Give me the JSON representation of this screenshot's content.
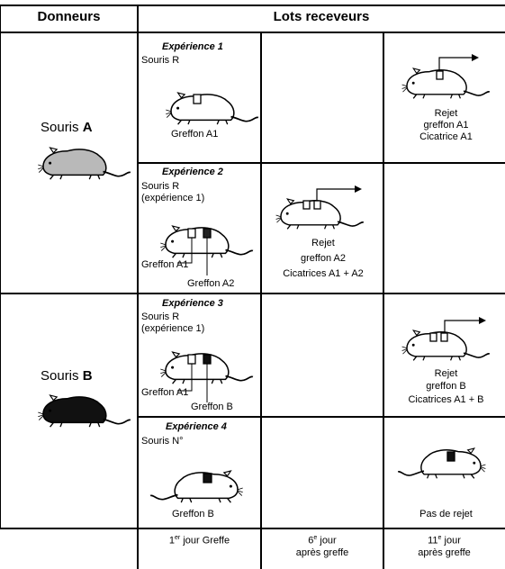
{
  "header": {
    "donors": "Donneurs",
    "recipients": "Lots receveurs"
  },
  "donors": {
    "a_prefix": "Souris ",
    "a_letter": "A",
    "b_prefix": "Souris ",
    "b_letter": "B"
  },
  "experiments": [
    {
      "title": "Expérience 1",
      "mouse": "Souris R",
      "mouse_note": "",
      "graft_labels": [
        "Greffon A1"
      ],
      "result": [
        "Rejet",
        "greffon A1",
        "Cicatrice A1"
      ]
    },
    {
      "title": "Expérience 2",
      "mouse": "Souris R",
      "mouse_note": "(expérience 1)",
      "graft_labels": [
        "Greffon A1",
        "Greffon A2"
      ],
      "result": [
        "Rejet",
        "greffon A2",
        "Cicatrices A1 + A2"
      ]
    },
    {
      "title": "Expérience 3",
      "mouse": "Souris R",
      "mouse_note": "(expérience 1)",
      "graft_labels": [
        "Greffon A1",
        "Greffon B"
      ],
      "result": [
        "Rejet",
        "greffon B",
        "Cicatrices A1 + B"
      ]
    },
    {
      "title": "Expérience 4",
      "mouse": "Souris N°",
      "mouse_note": "",
      "graft_labels": [
        "Greffon B"
      ],
      "result": [
        "Pas de rejet"
      ]
    }
  ],
  "timeline": {
    "day1_num": "1",
    "day1_sup": "er",
    "day1_text": " jour Greffe",
    "day6_num": "6",
    "day6_sup": "e",
    "day6_line1": " jour",
    "day6_line2": "après greffe",
    "day11_num": "11",
    "day11_sup": "e",
    "day11_line1": " jour",
    "day11_line2": "après greffe"
  }
}
